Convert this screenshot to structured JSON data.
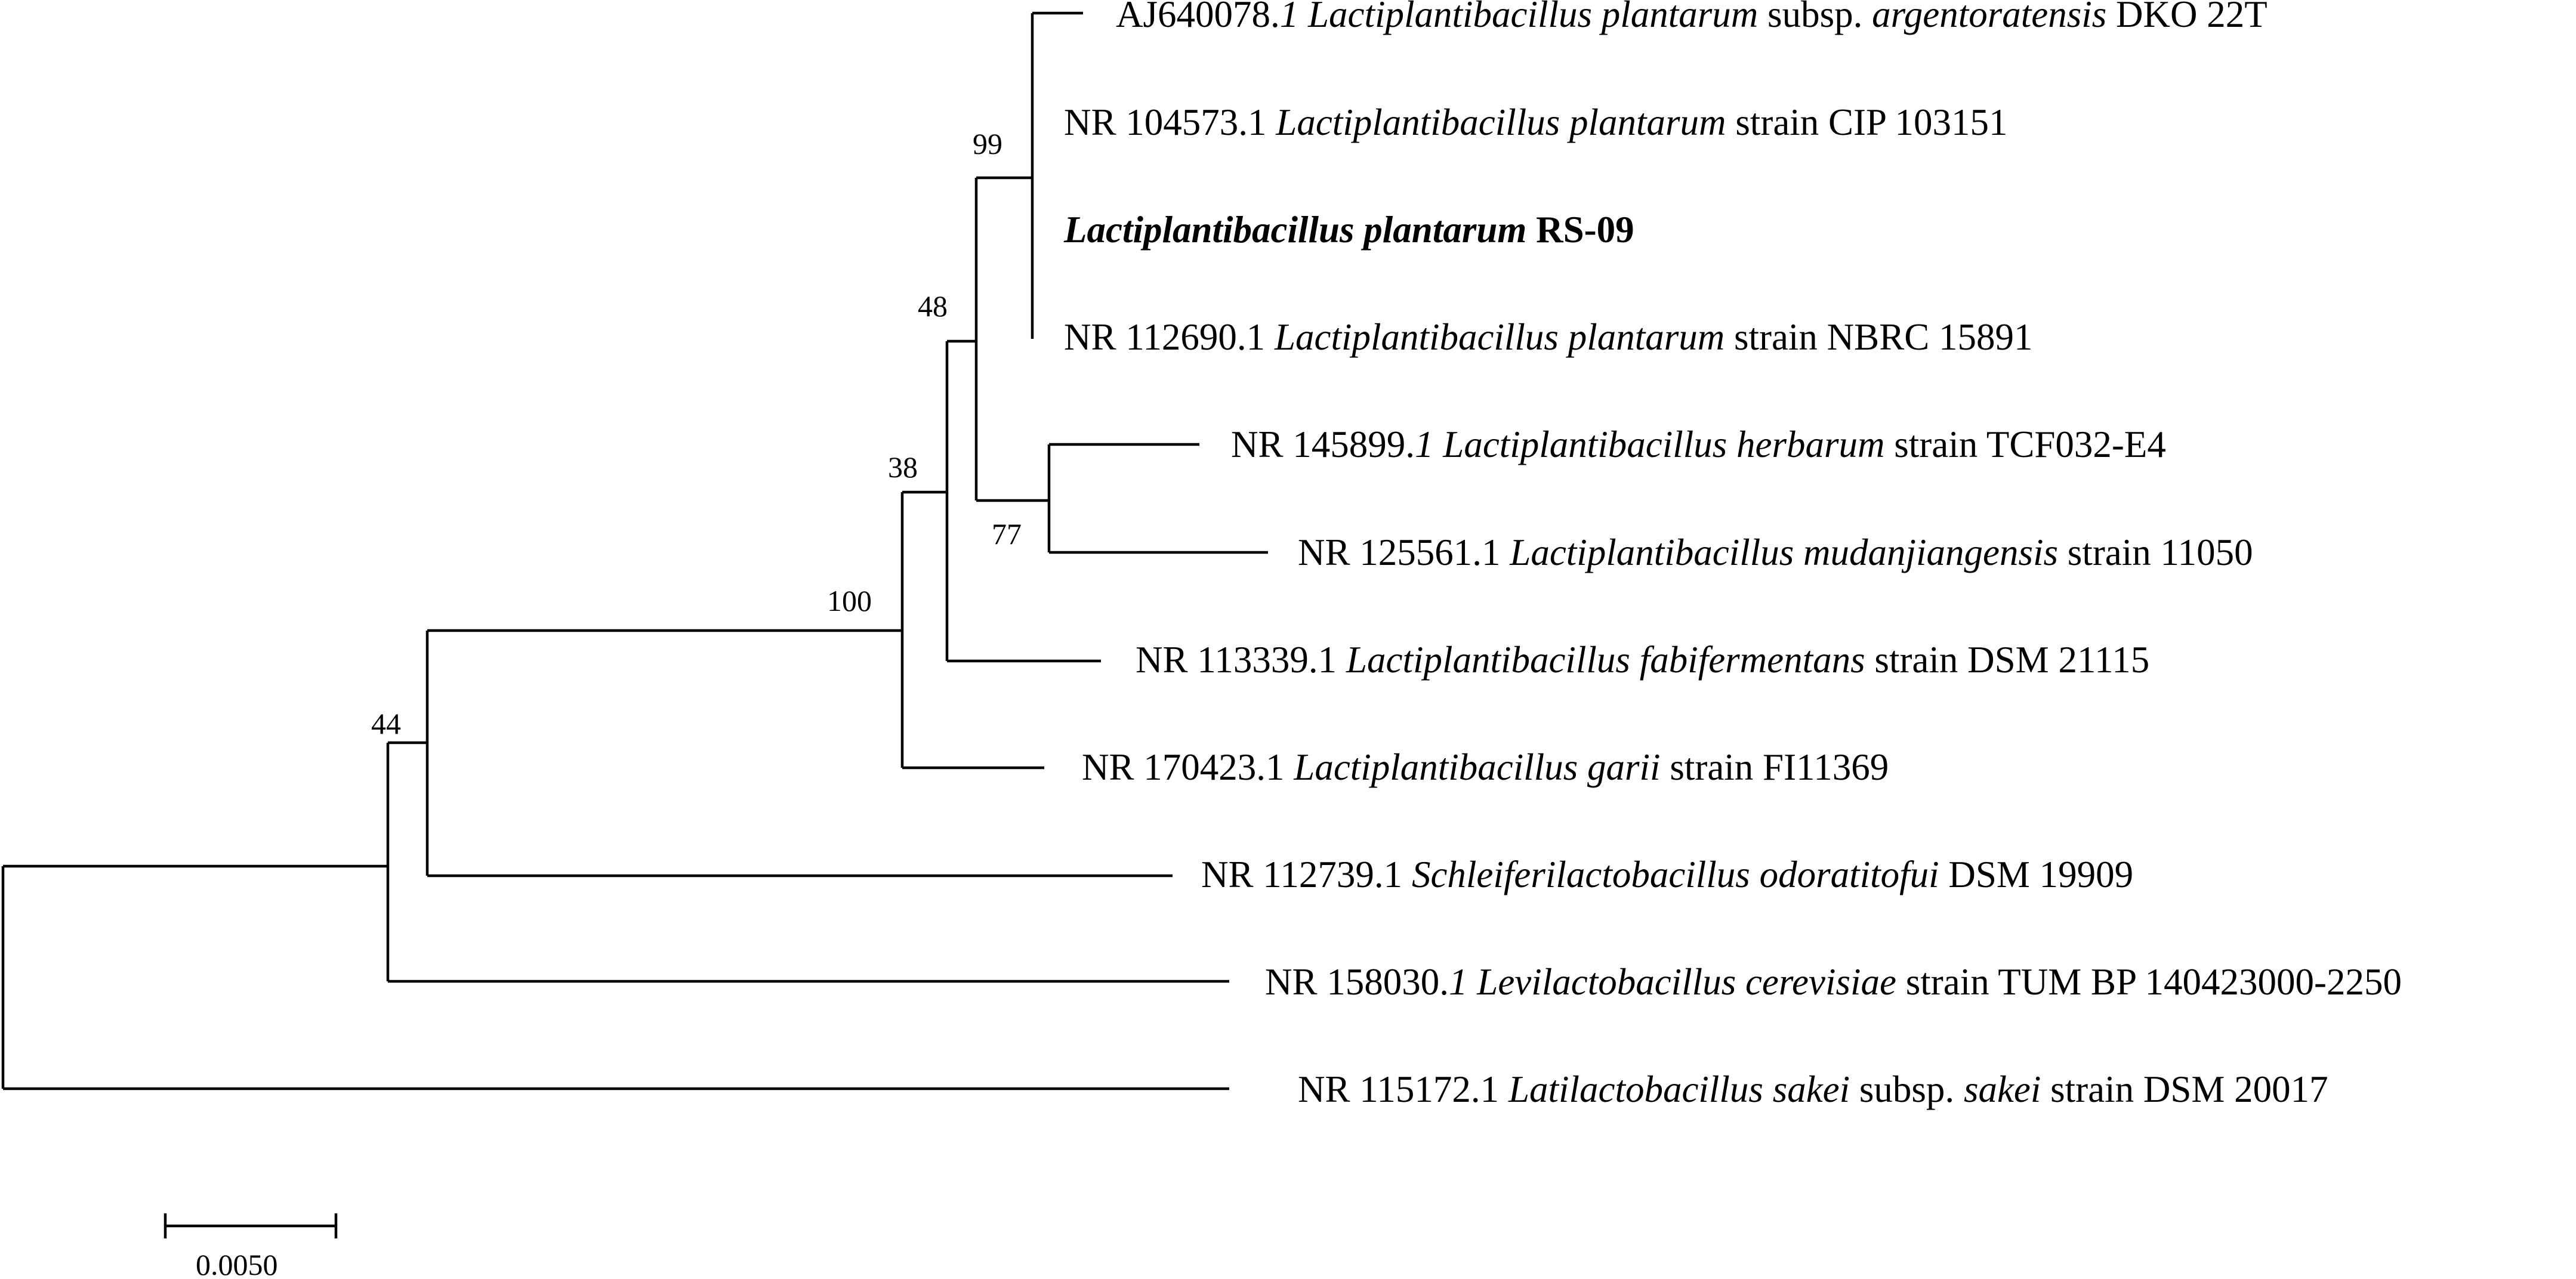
{
  "tree": {
    "leaves": [
      {
        "id": "aj640078",
        "parts": [
          {
            "t": "AJ640078."
          },
          {
            "t": "1 Lactiplantibacillus plantarum",
            "i": true
          },
          {
            "t": " subsp. "
          },
          {
            "t": "argentoratensis",
            "i": true
          },
          {
            "t": " DKO 22T"
          }
        ]
      },
      {
        "id": "nr104573",
        "parts": [
          {
            "t": "NR 104573.1 "
          },
          {
            "t": "Lactiplantibacillus plantarum",
            "i": true
          },
          {
            "t": " strain CIP 103151"
          }
        ]
      },
      {
        "id": "rs09",
        "bold": true,
        "parts": [
          {
            "t": "Lactiplantibacillus plantarum",
            "i": true
          },
          {
            "t": " RS-09"
          }
        ]
      },
      {
        "id": "nr112690",
        "parts": [
          {
            "t": "NR 112690.1 "
          },
          {
            "t": "Lactiplantibacillus plantarum",
            "i": true
          },
          {
            "t": " strain NBRC 15891"
          }
        ]
      },
      {
        "id": "nr145899",
        "parts": [
          {
            "t": "NR 145899."
          },
          {
            "t": "1 Lactiplantibacillus herbarum",
            "i": true
          },
          {
            "t": " strain TCF032-E4"
          }
        ]
      },
      {
        "id": "nr125561",
        "parts": [
          {
            "t": "NR 125561.1 "
          },
          {
            "t": "Lactiplantibacillus mudanjiangensis",
            "i": true
          },
          {
            "t": " strain 11050"
          }
        ]
      },
      {
        "id": "nr113339",
        "parts": [
          {
            "t": "NR 113339.1 "
          },
          {
            "t": "Lactiplantibacillus fabifermentans",
            "i": true
          },
          {
            "t": " strain DSM 21115"
          }
        ]
      },
      {
        "id": "nr170423",
        "parts": [
          {
            "t": "NR 170423.1 "
          },
          {
            "t": "Lactiplantibacillus garii",
            "i": true
          },
          {
            "t": " strain FI11369"
          }
        ]
      },
      {
        "id": "nr112739",
        "parts": [
          {
            "t": "NR 112739.1 "
          },
          {
            "t": "Schleiferilactobacillus odoratitofui",
            "i": true
          },
          {
            "t": " DSM 19909"
          }
        ]
      },
      {
        "id": "nr158030",
        "parts": [
          {
            "t": "NR 158030."
          },
          {
            "t": "1 Levilactobacillus cerevisiae",
            "i": true
          },
          {
            "t": " strain TUM BP 140423000-2250"
          }
        ]
      },
      {
        "id": "nr115172",
        "parts": [
          {
            "t": "NR 115172.1 "
          },
          {
            "t": "Latilactobacillus sakei",
            "i": true
          },
          {
            "t": " subsp. "
          },
          {
            "t": "sakei",
            "i": true
          },
          {
            "t": " strain DSM 20017"
          }
        ]
      }
    ],
    "bootstrap_values": [
      {
        "node": "n99",
        "value": "99"
      },
      {
        "node": "n48",
        "value": "48"
      },
      {
        "node": "n77",
        "value": "77"
      },
      {
        "node": "n38",
        "value": "38"
      },
      {
        "node": "n100",
        "value": "100"
      },
      {
        "node": "n44",
        "value": "44"
      }
    ],
    "scale_bar": {
      "label": "0.0050",
      "length": 0.005
    }
  }
}
